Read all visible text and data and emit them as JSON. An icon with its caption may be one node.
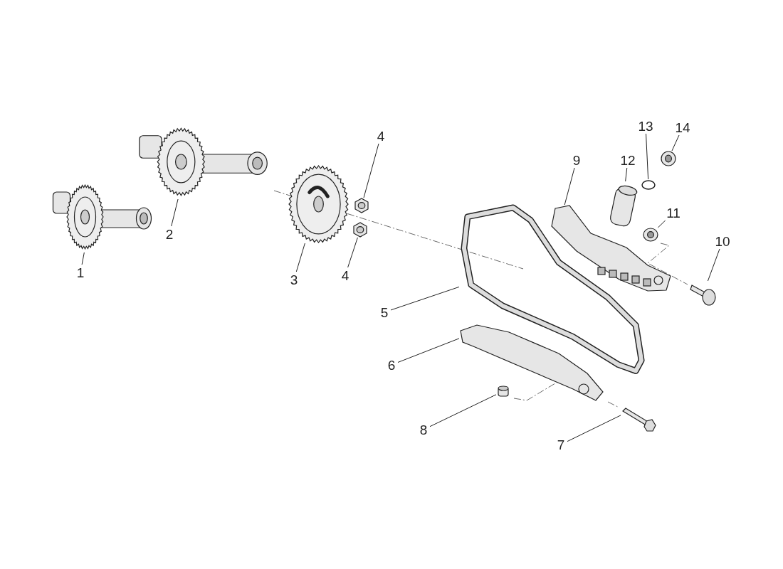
{
  "diagram": {
    "nodes": [
      {
        "text": [
          "1"
        ]
      },
      {
        "text": [
          "2"
        ]
      },
      {
        "text": [
          "3"
        ]
      },
      {
        "text": [
          "4"
        ]
      },
      {
        "text": [
          "4"
        ]
      },
      {
        "text": [
          "5"
        ]
      },
      {
        "text": [
          "6"
        ]
      },
      {
        "text": [
          "8"
        ]
      },
      {
        "text": [
          "7"
        ]
      },
      {
        "text": [
          "9"
        ]
      },
      {
        "text": [
          "10"
        ]
      },
      {
        "text": [
          "11"
        ]
      },
      {
        "text": [
          "12"
        ]
      },
      {
        "text": [
          "13"
        ]
      },
      {
        "text": [
          "14"
        ]
      },
      {
        "text": [],
        "shape": "picture"
      },
      {
        "text": [],
        "shape": "picture"
      },
      {
        "text": [],
        "shape": "picture"
      },
      {
        "text": [],
        "shape": "picture"
      },
      {
        "text": [],
        "shape": "picture"
      },
      {
        "text": [],
        "shape": "picture"
      },
      {
        "text": [],
        "shape": "picture"
      },
      {
        "text": [],
        "shape": "cylinder"
      },
      {
        "text": [],
        "shape": "picture"
      },
      {
        "text": [],
        "shape": "picture"
      },
      {
        "text": [],
        "shape": "picture"
      },
      {
        "text": [],
        "shape": "picture"
      },
      {
        "text": [],
        "shape": "picture"
      },
      {
        "text": [],
        "shape": "circle"
      },
      {
        "text": [],
        "shape": "picture"
      }
    ],
    "edges": [
      {
        "from": 0,
        "to": 15,
        "arrow": "none"
      },
      {
        "from": 1,
        "to": 16,
        "arrow": "none"
      },
      {
        "from": 2,
        "to": 17,
        "arrow": "none"
      },
      {
        "from": 3,
        "to": 18,
        "arrow": "none"
      },
      {
        "from": 4,
        "to": 19,
        "arrow": "none"
      },
      {
        "from": 5,
        "to": 20,
        "arrow": "none"
      },
      {
        "from": 6,
        "to": 21,
        "arrow": "none"
      },
      {
        "from": 7,
        "to": 22,
        "arrow": "none"
      },
      {
        "from": 8,
        "to": 23,
        "arrow": "none"
      },
      {
        "from": 9,
        "to": 24,
        "arrow": "none"
      },
      {
        "from": 10,
        "to": 25,
        "arrow": "none"
      },
      {
        "from": 11,
        "to": 26,
        "arrow": "none"
      },
      {
        "from": 12,
        "to": 27,
        "arrow": "none"
      },
      {
        "from": 13,
        "to": 28,
        "arrow": "none"
      },
      {
        "from": 14,
        "to": 29,
        "arrow": "none"
      }
    ]
  }
}
